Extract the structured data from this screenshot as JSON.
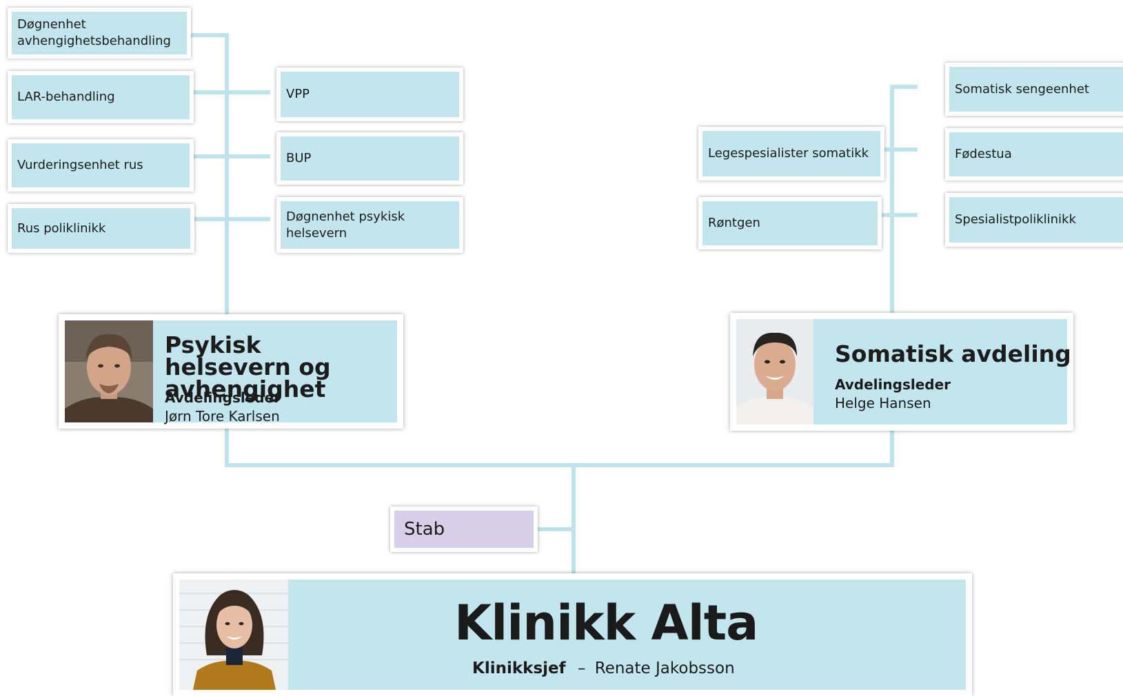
{
  "clinic": {
    "title": "Klinikk Alta",
    "role": "Klinikksjef",
    "separator": "–",
    "name": "Renate Jakobsson"
  },
  "stab": {
    "label": "Stab"
  },
  "departments": {
    "psychiatry": {
      "title": "Psykisk helsevern og avhengighet",
      "role": "Avdelingsleder",
      "name": "Jørn Tore Karlsen",
      "units_left": [
        "Døgnenhet avhengighetsbehandling",
        "LAR-behandling",
        "Vurderingsenhet rus",
        "Rus poliklinikk"
      ],
      "units_right": [
        "VPP",
        "BUP",
        "Døgnenhet psykisk helsevern"
      ]
    },
    "somatic": {
      "title": "Somatisk avdeling",
      "role": "Avdelingsleder",
      "name": "Helge Hansen",
      "units_left": [
        "Legespesialister somatikk",
        "Røntgen"
      ],
      "units_right": [
        "Somatisk sengeenhet",
        "Fødestua",
        "Spesialistpoliklinikk"
      ]
    }
  },
  "colors": {
    "box": "#c3e6ee",
    "connector": "#bfe3ec",
    "stab": "#d8d0e8"
  }
}
